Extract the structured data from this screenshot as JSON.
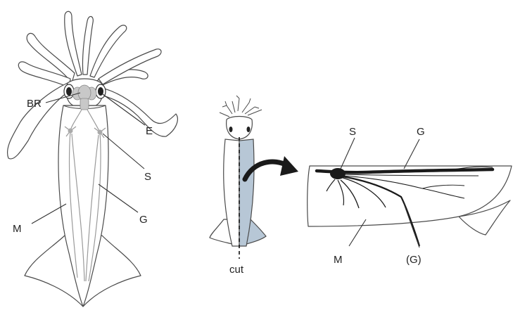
{
  "labels": {
    "brain": "BR",
    "eye": "E",
    "stellate_ganglion": "S",
    "giant_axon": "G",
    "mantle": "M",
    "cut": "cut",
    "ganglion_detail": "S",
    "axon_detail": "G",
    "mantle_detail": "M",
    "axon_detail_paren": "(G)"
  },
  "colors": {
    "line": "#4a4a4a",
    "gray_fill": "#c8c8c8",
    "blue_fill": "#b7c7d6",
    "nerve": "#9a9a9a",
    "nerve_dark": "#1a1a1a"
  },
  "icons": {
    "arrow": "curved-arrow-icon"
  }
}
